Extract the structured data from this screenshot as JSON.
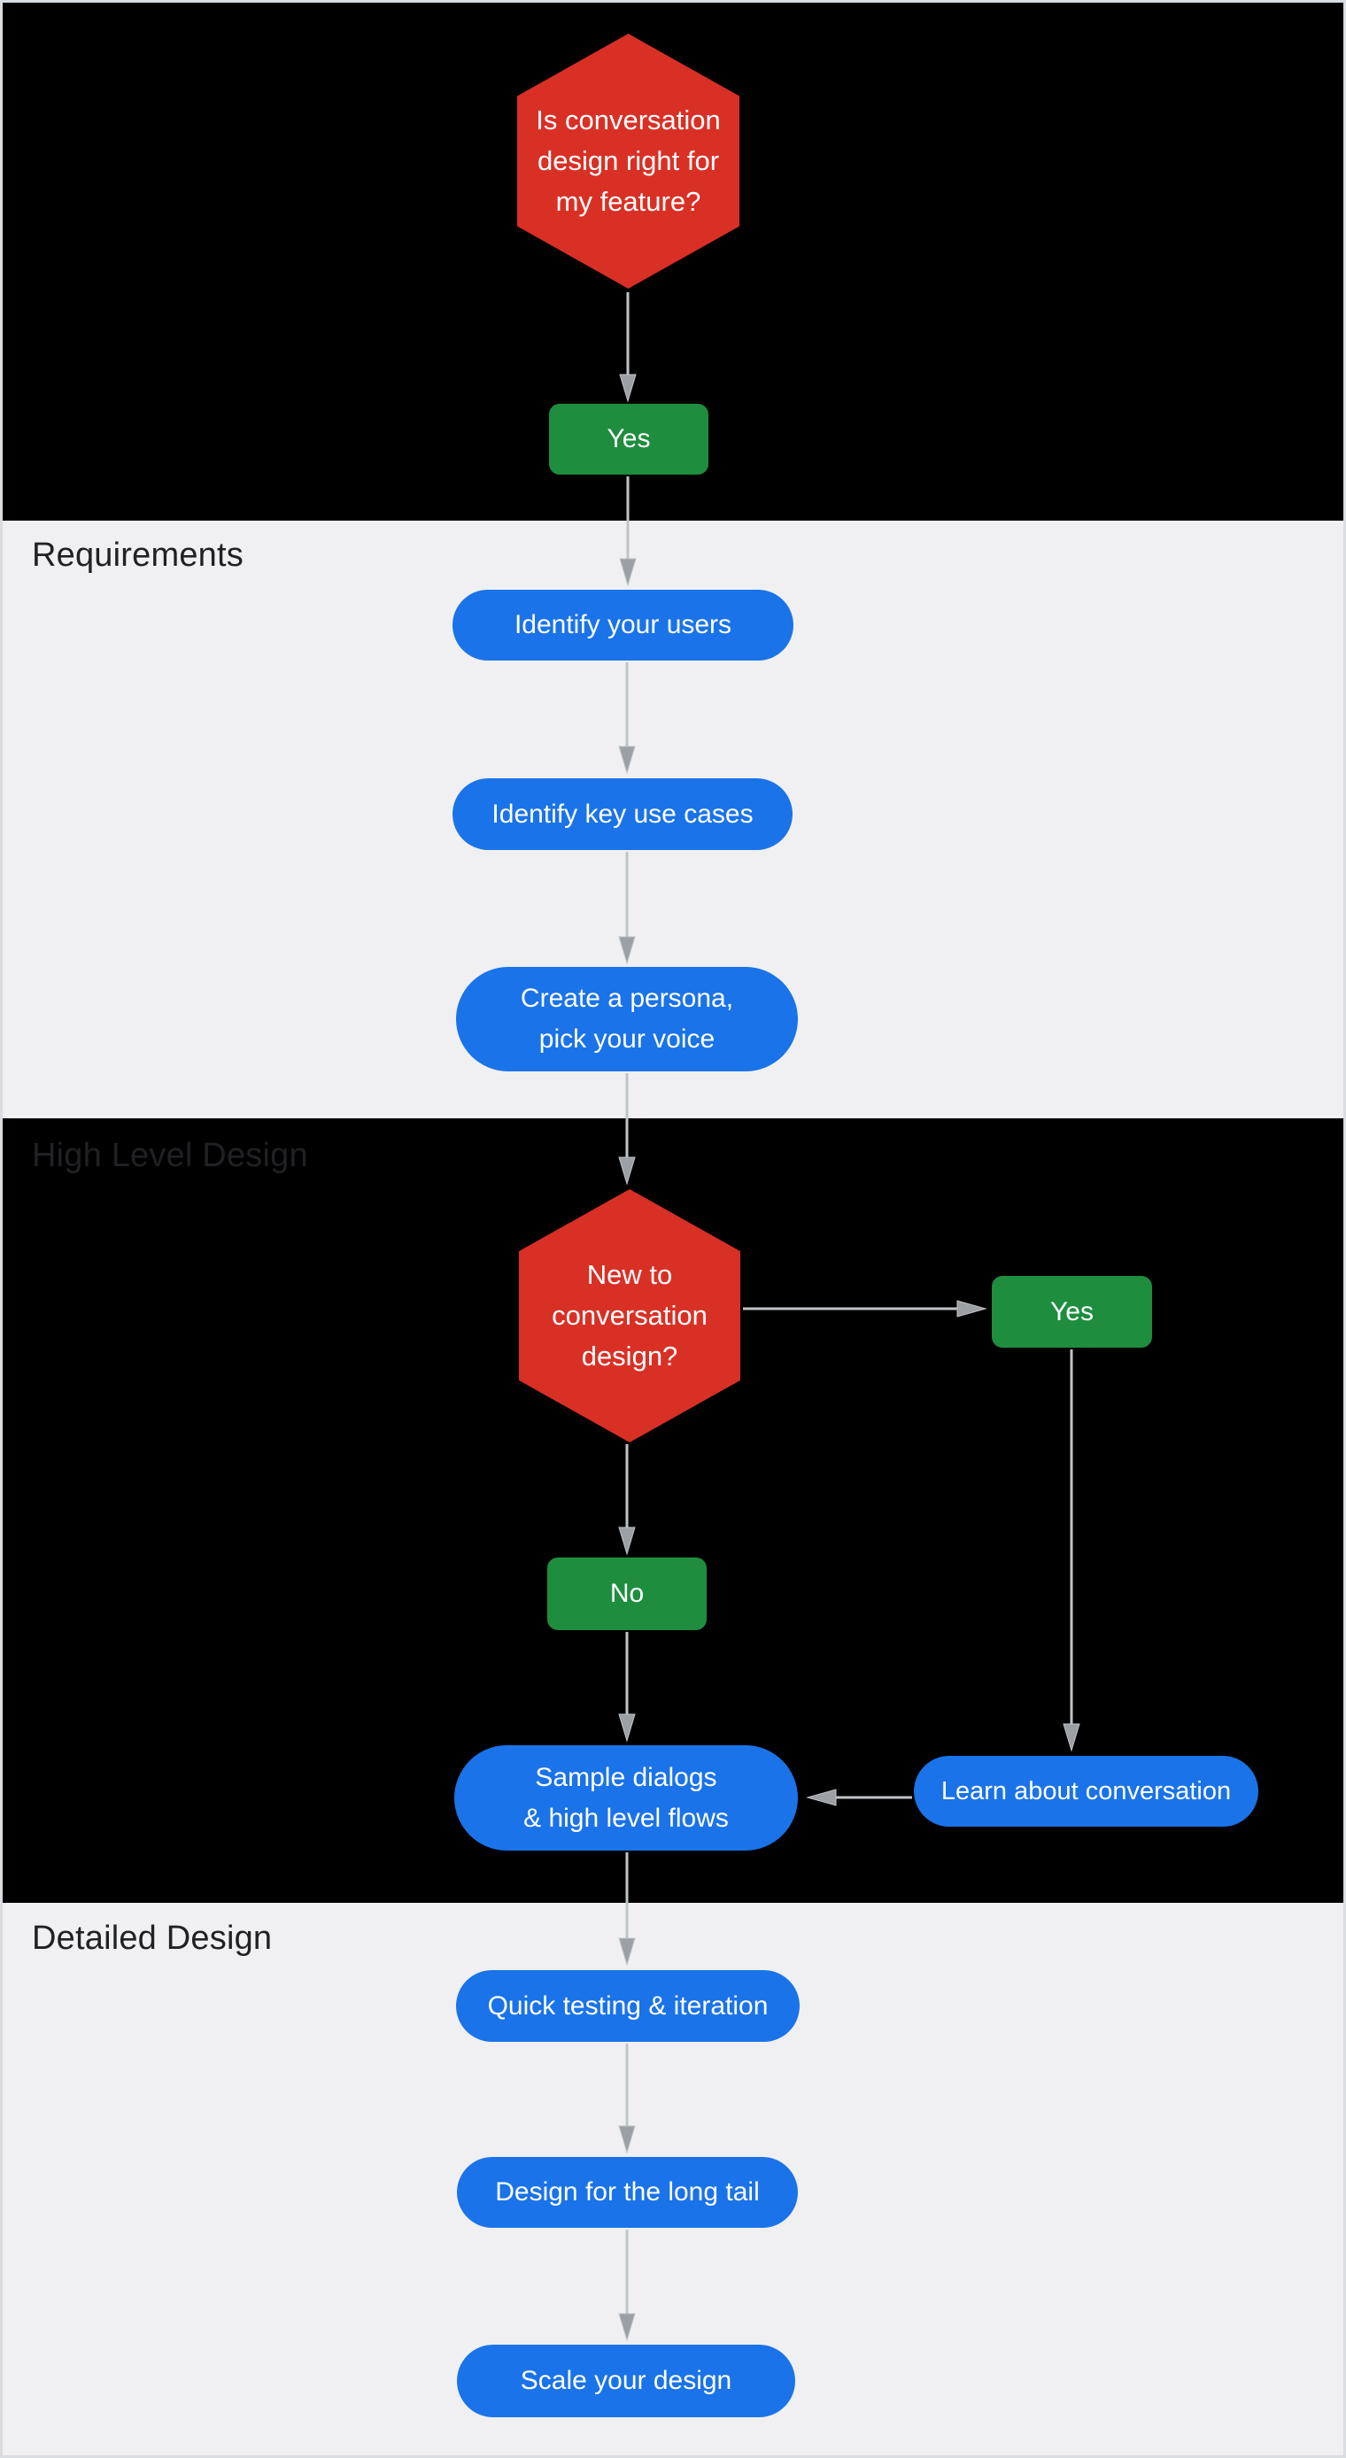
{
  "palette": {
    "red": "#d93025",
    "green": "#1e8e3e",
    "blue": "#1a73e8",
    "section-dark-bg": "#000000",
    "section-light-bg": "#f0f0f2",
    "label-color": "#202124",
    "node-text": "#ffffff",
    "arrow-line": "#c0c3c7",
    "arrow-head": "#9ca0a5"
  },
  "sections": {
    "requirements": {
      "label": "Requirements"
    },
    "high_level": {
      "label": "High Level Design"
    },
    "detailed": {
      "label": "Detailed Design"
    }
  },
  "nodes": {
    "decision1": {
      "label": "Is conversation\ndesign right for\nmy feature?"
    },
    "yes1": {
      "label": "Yes"
    },
    "identify_users": {
      "label": "Identify your users"
    },
    "identify_use_cases": {
      "label": "Identify key use cases"
    },
    "create_persona": {
      "label": "Create a persona,\npick your voice"
    },
    "decision2": {
      "label": "New to\nconversation\ndesign?"
    },
    "yes2": {
      "label": "Yes"
    },
    "no2": {
      "label": "No"
    },
    "sample_dialogs": {
      "label": "Sample dialogs\n& high level flows"
    },
    "learn_conversation": {
      "label": "Learn about conversation"
    },
    "quick_testing": {
      "label": "Quick testing & iteration"
    },
    "long_tail": {
      "label": "Design for the long tail"
    },
    "scale_design": {
      "label": "Scale your design"
    }
  },
  "edges": [
    {
      "from": "decision1",
      "to": "yes1"
    },
    {
      "from": "yes1",
      "to": "identify_users"
    },
    {
      "from": "identify_users",
      "to": "identify_use_cases"
    },
    {
      "from": "identify_use_cases",
      "to": "create_persona"
    },
    {
      "from": "create_persona",
      "to": "decision2"
    },
    {
      "from": "decision2",
      "to": "yes2"
    },
    {
      "from": "decision2",
      "to": "no2"
    },
    {
      "from": "yes2",
      "to": "learn_conversation"
    },
    {
      "from": "no2",
      "to": "sample_dialogs"
    },
    {
      "from": "learn_conversation",
      "to": "sample_dialogs"
    },
    {
      "from": "sample_dialogs",
      "to": "quick_testing"
    },
    {
      "from": "quick_testing",
      "to": "long_tail"
    },
    {
      "from": "long_tail",
      "to": "scale_design"
    }
  ]
}
